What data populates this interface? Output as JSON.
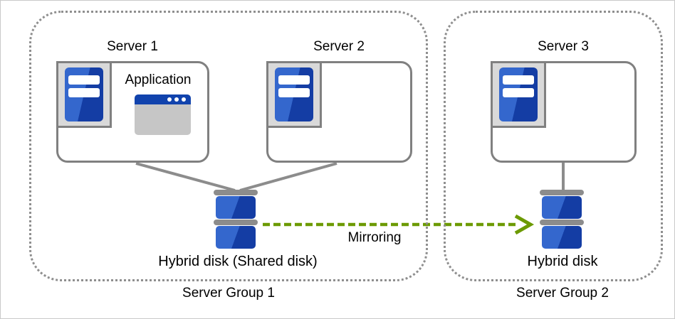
{
  "groups": [
    {
      "label": "Server Group 1"
    },
    {
      "label": "Server Group 2"
    }
  ],
  "servers": [
    {
      "label": "Server 1"
    },
    {
      "label": "Server 2"
    },
    {
      "label": "Server 3"
    }
  ],
  "application": {
    "label": "Application"
  },
  "disks": [
    {
      "label": "Hybrid disk (Shared disk)"
    },
    {
      "label": "Hybrid disk"
    }
  ],
  "arrow": {
    "label": "Mirroring"
  },
  "icons": {
    "server_tower": "server-tower-icon",
    "app_window": "app-window-icon",
    "disk_stack": "disk-stack-icon"
  },
  "colors": {
    "blue_light": "#3467cd",
    "blue_dark": "#143da4",
    "bar_gray": "#8c8c8c",
    "box_border": "#808080",
    "group_border": "#8f8f8f",
    "arrow_green": "#6c9a02",
    "app_titlebar": "#1143ad",
    "app_body": "#c6c6c6",
    "icon_frame_bg": "#d9d9d9",
    "canvas_border": "#c9c9c9"
  }
}
